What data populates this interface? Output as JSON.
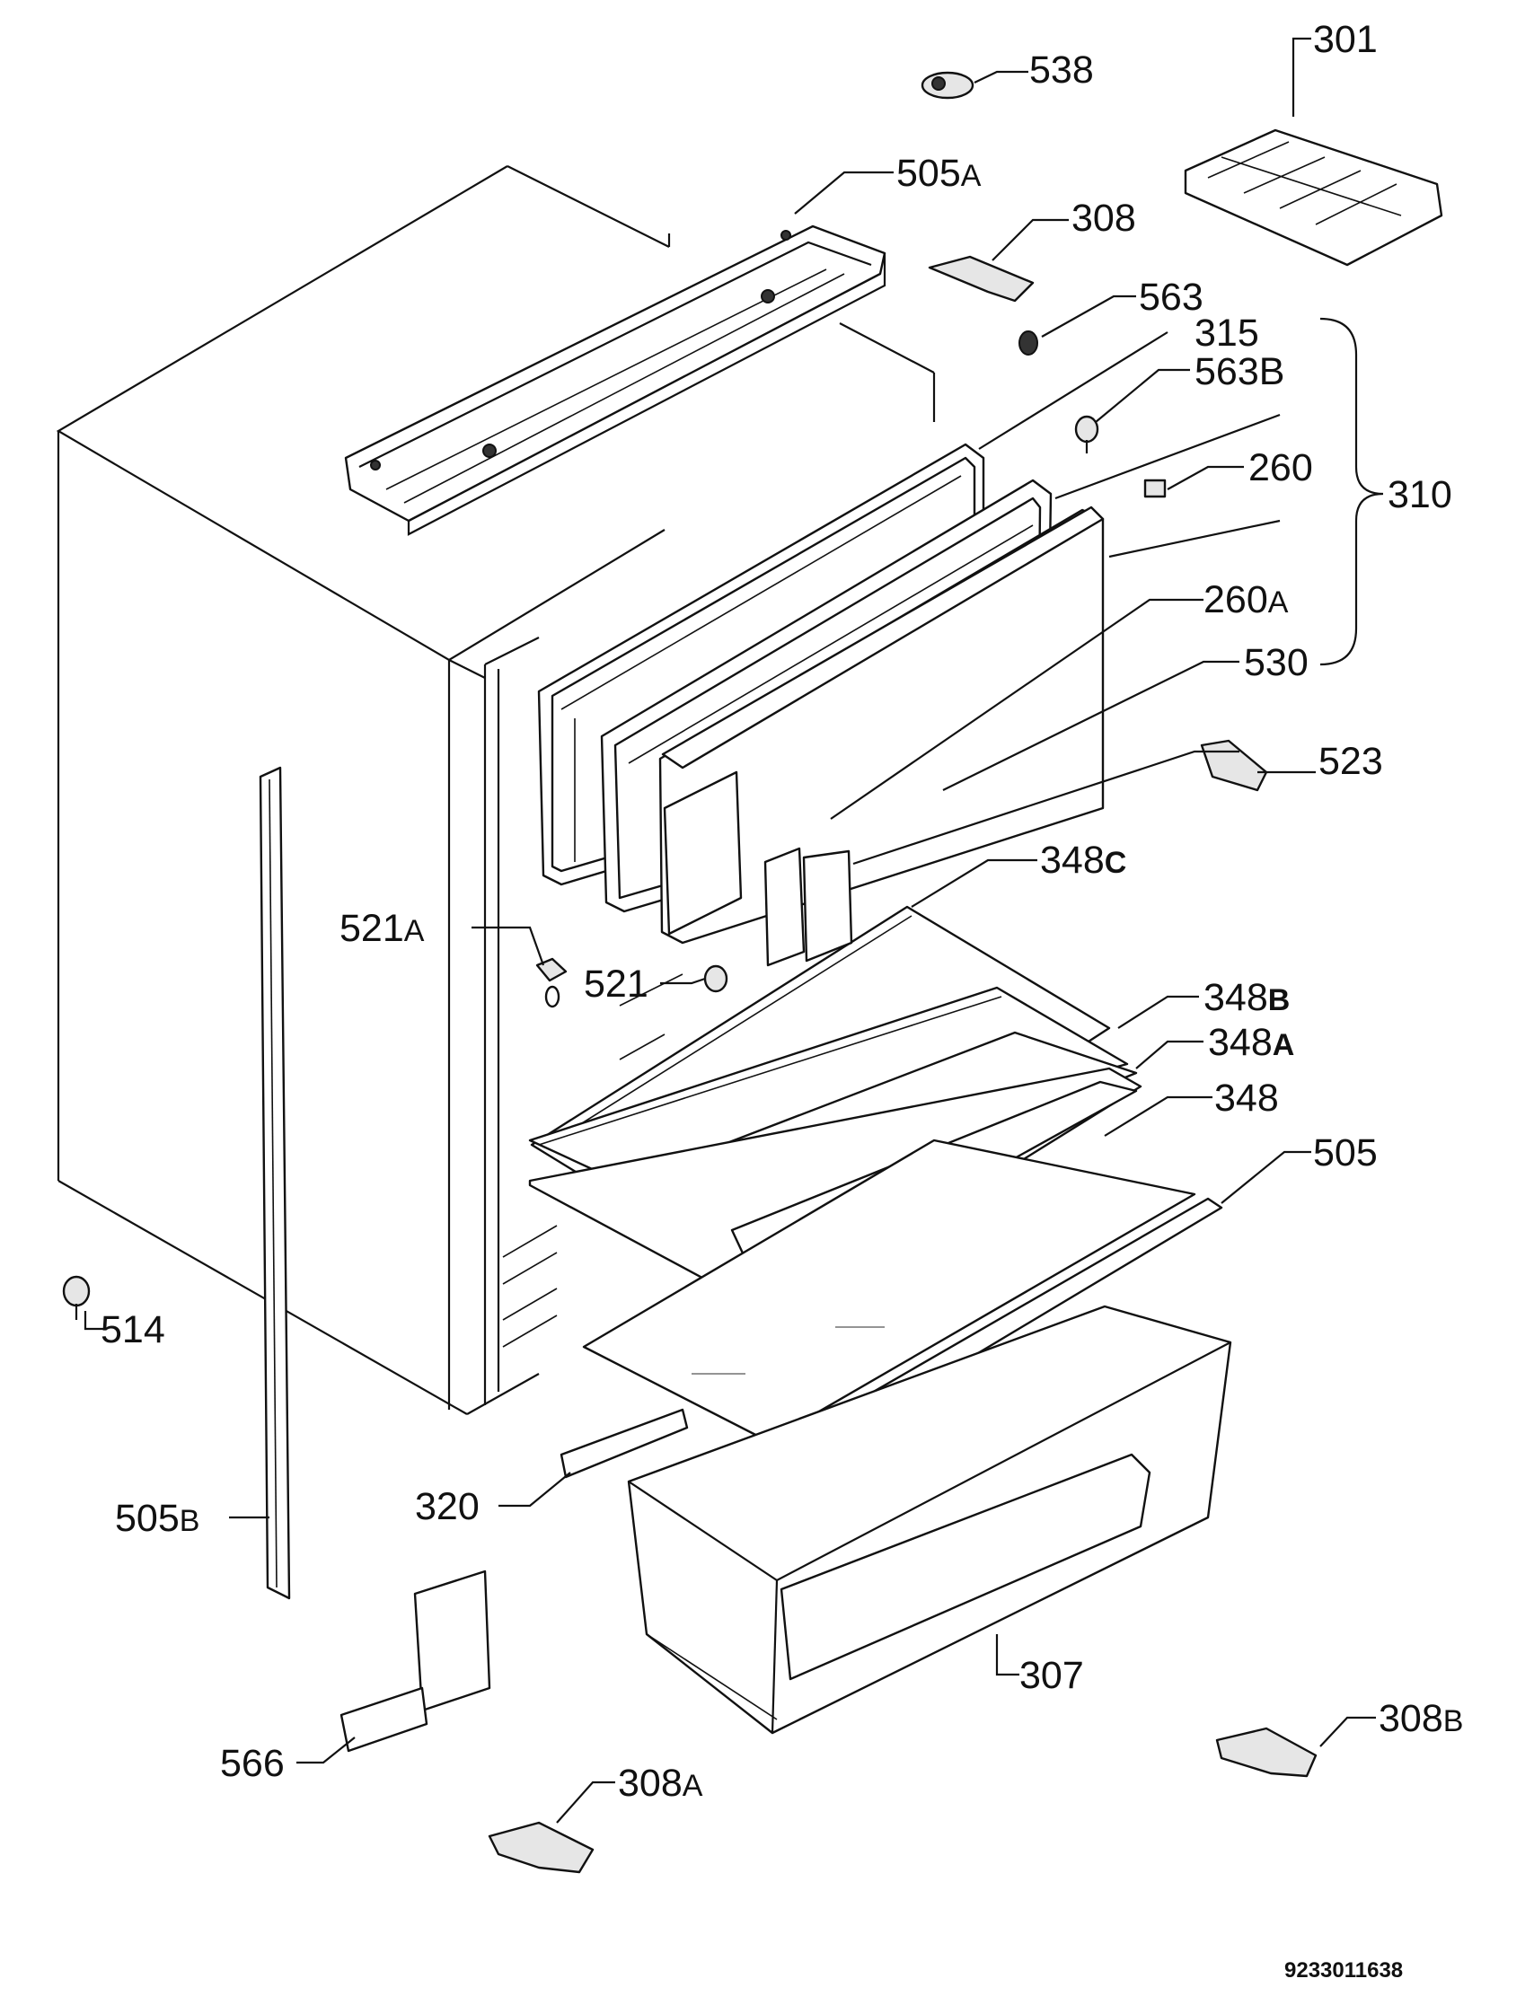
{
  "labels": {
    "l301": "301",
    "l538": "538",
    "l505A": "505",
    "l505A_s": "A",
    "l308": "308",
    "l563": "563",
    "l315": "315",
    "l563B": "563B",
    "l260": "260",
    "l310": "310",
    "l260A": "260",
    "l260A_s": "A",
    "l530": "530",
    "l523": "523",
    "l348C": "348",
    "l348C_s": "C",
    "l521A": "521",
    "l521A_s": "A",
    "l521": "521",
    "l348B": "348",
    "l348B_s": "B",
    "l348A": "348",
    "l348A_s": "A",
    "l348": "348",
    "l505": "505",
    "l514": "514",
    "l320": "320",
    "l505B": "505",
    "l505B_s": "B",
    "l307": "307",
    "l308B": "308",
    "l308B_s": "B",
    "l566": "566",
    "l308A": "308",
    "l308A_s": "A"
  },
  "document_number": "9233011638"
}
